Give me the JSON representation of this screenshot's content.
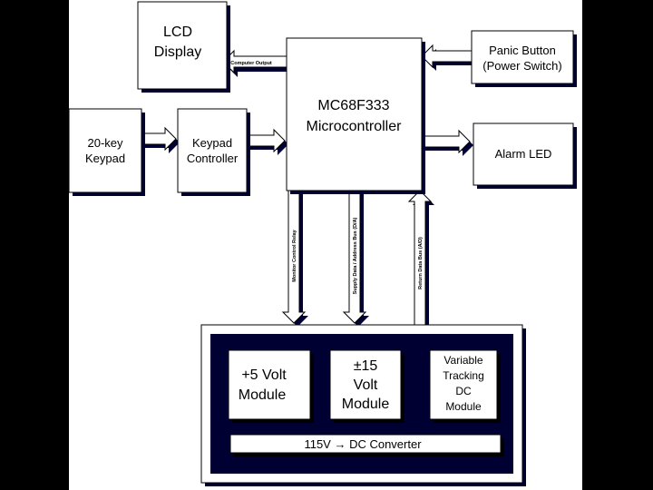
{
  "colors": {
    "page_background": "#000000",
    "diagram_background": "#ffffff",
    "box_fill": "#ffffff",
    "box_border": "#000000",
    "shadow": "#000033",
    "converter_frame": "#000033"
  },
  "blocks": {
    "lcd": [
      "LCD",
      "Display"
    ],
    "mcu": [
      "MC68F333",
      "Microcontroller"
    ],
    "panic": [
      "Panic Button",
      "(Power Switch)"
    ],
    "keypad": [
      "20-key",
      "Keypad"
    ],
    "keypad_controller": [
      "Keypad",
      "Controller"
    ],
    "alarm": [
      "Alarm LED"
    ],
    "plus5": [
      "+5 Volt",
      "Module"
    ],
    "pm15": [
      "±15",
      "Volt",
      "Module"
    ],
    "variable": [
      "Variable",
      "Tracking",
      "DC",
      "Module"
    ],
    "converter": [
      "115V → DC Converter"
    ]
  },
  "arrows": {
    "lcd_label": "Computer Output",
    "bus1": "Monitor Control Relay",
    "bus2": "Supply Data / Address Bus (D/A)",
    "bus3": "Return Data Bus (A/D)"
  }
}
